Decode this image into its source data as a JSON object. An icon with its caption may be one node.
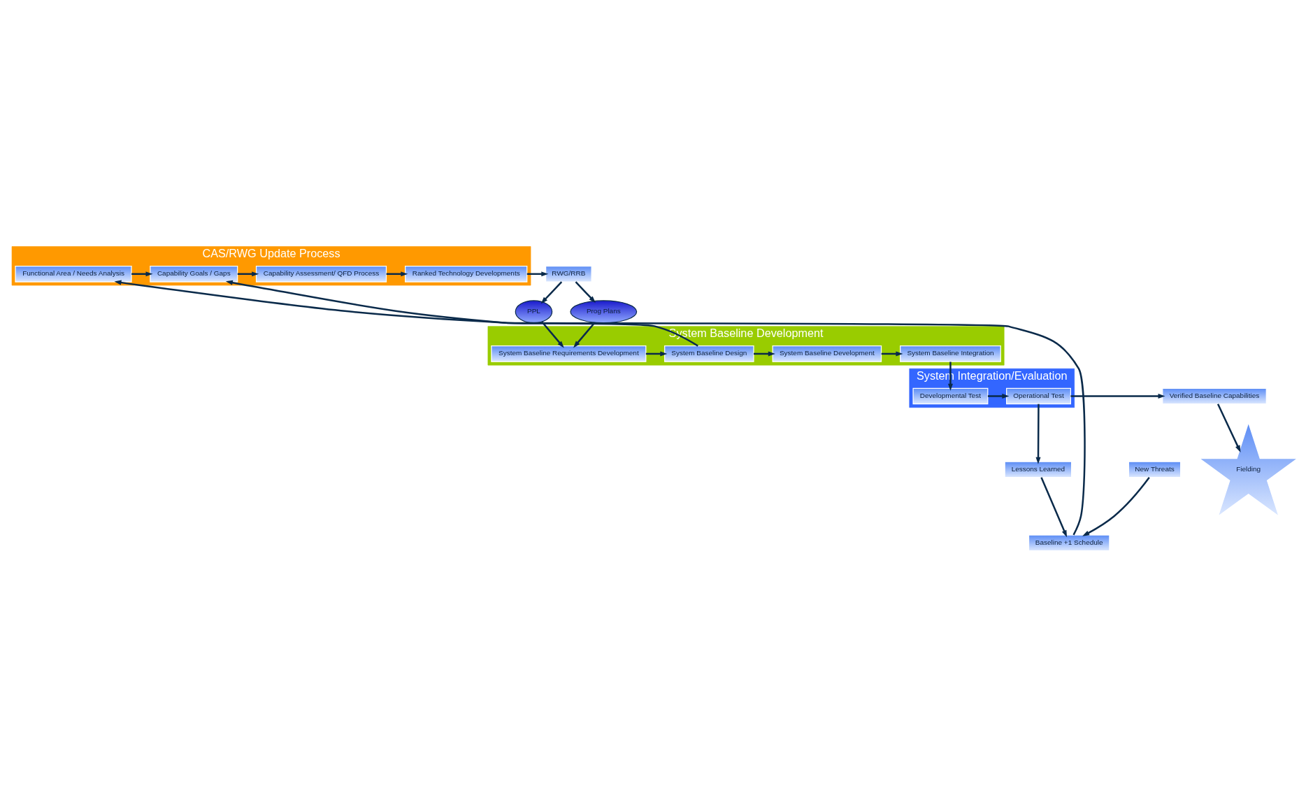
{
  "diagram": {
    "nodes": [
      {
        "text": [
          "CAS/RWG Update Process"
        ]
      },
      {
        "text": [
          "Functional Area / Needs Analysis"
        ],
        "in": 0
      },
      {
        "text": [
          "Capability Goals / Gaps"
        ],
        "in": 0
      },
      {
        "text": [
          "Capability Assessment/ QFD Process"
        ],
        "in": 0
      },
      {
        "text": [
          "Ranked Technology Developments"
        ],
        "in": 0
      },
      {
        "text": [
          "RWG/RRB"
        ]
      },
      {
        "text": [
          "PPL"
        ]
      },
      {
        "text": [
          "Prog Plans"
        ]
      },
      {
        "text": [
          "System Baseline Development"
        ]
      },
      {
        "text": [
          "System Baseline Integration"
        ],
        "in": 8
      },
      {
        "text": [
          "System Baseline Development"
        ],
        "in": 8
      },
      {
        "text": [
          "System Baseline Design"
        ],
        "in": 8
      },
      {
        "text": [
          "System Baseline Requirements Development"
        ],
        "in": 8
      },
      {
        "text": [
          "System Integration/Evaluation"
        ]
      },
      {
        "text": [
          "Developmental Test"
        ],
        "in": 13
      },
      {
        "text": [
          "Operational Test"
        ],
        "in": 13
      },
      {
        "text": [
          "Verified Baseline Capabilities"
        ]
      },
      {
        "text": [
          "Lessons Learned"
        ]
      },
      {
        "text": [
          "New Threats"
        ]
      },
      {
        "text": [
          "Baseline +1 Schedule"
        ]
      },
      {
        "text": [
          "Fielding"
        ]
      }
    ],
    "edges": [
      {
        "from": 1,
        "to": 2,
        "arrow": "to"
      },
      {
        "from": 2,
        "to": 3,
        "arrow": "to"
      },
      {
        "from": 3,
        "to": 4,
        "arrow": "to"
      },
      {
        "from": 4,
        "to": 5,
        "arrow": "to"
      },
      {
        "from": 5,
        "to": 6,
        "arrow": "to"
      },
      {
        "from": 5,
        "to": 7,
        "arrow": "to"
      },
      {
        "from": 6,
        "to": 12,
        "arrow": "to"
      },
      {
        "from": 7,
        "to": 12,
        "arrow": "to"
      },
      {
        "from": 12,
        "to": 11,
        "arrow": "to"
      },
      {
        "from": 11,
        "to": 10,
        "arrow": "to"
      },
      {
        "from": 11,
        "to": 2,
        "arrow": "to"
      },
      {
        "from": 10,
        "to": 9,
        "arrow": "to"
      },
      {
        "from": 9,
        "to": 14,
        "arrow": "to"
      },
      {
        "from": 14,
        "to": 15,
        "arrow": "to"
      },
      {
        "from": 15,
        "to": 16,
        "arrow": "to"
      },
      {
        "from": 15,
        "to": 17,
        "arrow": "to"
      },
      {
        "from": 16,
        "to": 20,
        "arrow": "to"
      },
      {
        "from": 17,
        "to": 19,
        "arrow": "to"
      },
      {
        "from": 18,
        "to": 19,
        "arrow": "to"
      },
      {
        "from": 19,
        "to": 1,
        "arrow": "to"
      }
    ]
  }
}
